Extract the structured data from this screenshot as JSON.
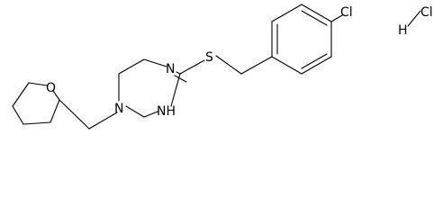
{
  "molecule": {
    "atoms": {
      "o_ring": "O",
      "n_top": "N",
      "n_bottom": "N",
      "nh_ring": "NH",
      "s_thioether": "S",
      "cl_aryl": "Cl",
      "cl_hcl": "Cl",
      "h_hcl": "H"
    }
  },
  "colors": {
    "bond": "#000000",
    "text": "#000000",
    "background": "#ffffff"
  }
}
